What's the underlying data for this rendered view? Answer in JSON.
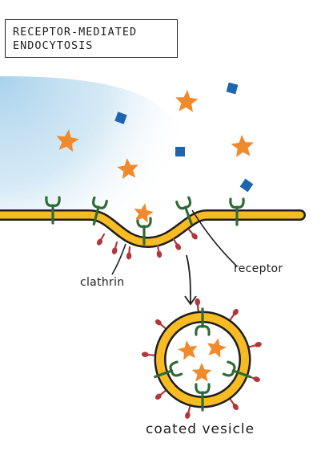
{
  "title": {
    "line1": "RECEPTOR-MEDIATED",
    "line2": "ENDOCYTOSIS"
  },
  "labels": {
    "clathrin": "clathrin",
    "receptor": "receptor",
    "vesicle": "coated vesicle"
  },
  "colors": {
    "membrane": "#f9bb22",
    "membrane_outline": "#1e1e1e",
    "receptor": "#2e6b34",
    "clathrin": "#b1373a",
    "ligand_star": "#f08a2c",
    "ligand_square": "#1e64b0",
    "extracellular_gradient": "#a9d2ec"
  },
  "icons": {
    "star": "star-ligand-icon",
    "square": "square-molecule-icon",
    "receptor": "y-receptor-icon",
    "clathrin": "clathrin-protein-icon"
  }
}
